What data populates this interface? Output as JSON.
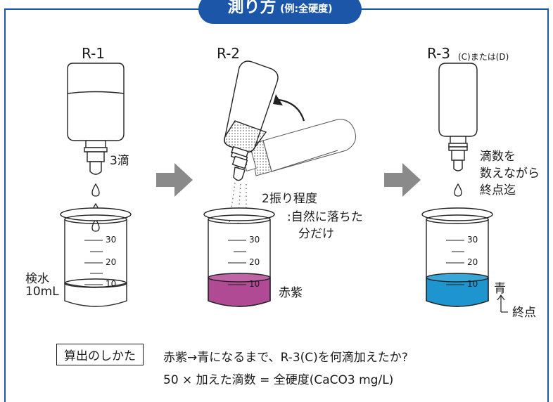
{
  "title": {
    "main": "測り方",
    "sub": "(例:全硬度)"
  },
  "bottles": {
    "r1": "R-1",
    "r2": "R-2",
    "r3_main": "R-3",
    "r3_sub": "(C)または(D)"
  },
  "annotations": {
    "drops3": "3滴",
    "sample_line1": "検水",
    "sample_line2": "10mL",
    "shake": "2振り程度",
    "natural_line1": ":自然に落ちた",
    "natural_line2": "分だけ",
    "reddish_purple": "赤紫",
    "count_line1": "滴数を",
    "count_line2": "数えながら",
    "count_line3": "終点迄",
    "blue": "青",
    "endpoint": "終点"
  },
  "beaker_ticks": [
    "30",
    "20",
    "10"
  ],
  "formula": {
    "box_label": "算出のしかた",
    "line1": "赤紫→青になるまで、R-3(C)を何滴加えたか?",
    "line2": "50 × 加えた滴数 = 全硬度(CaCO3 mg/L)"
  },
  "colors": {
    "frame": "#1b56a8",
    "arrow": "#8a8a8a",
    "purple": "#b04a94",
    "blue": "#1e95cf"
  }
}
